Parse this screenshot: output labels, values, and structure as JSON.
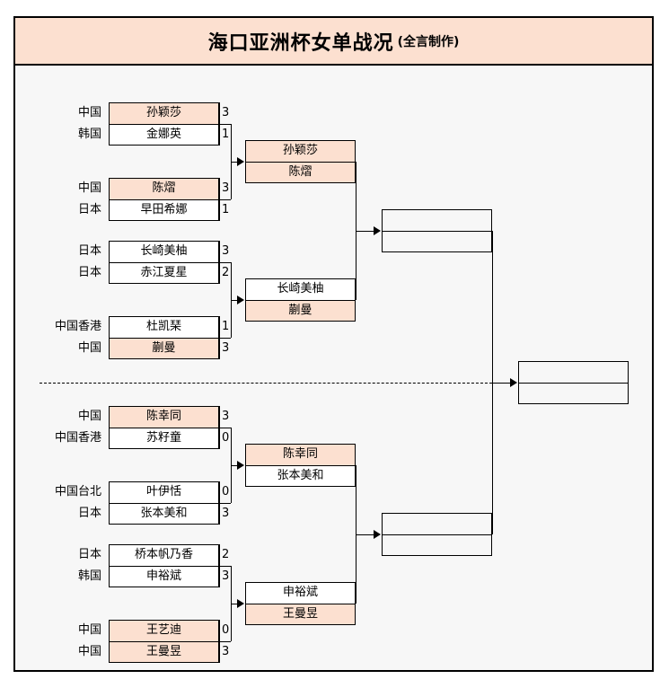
{
  "title": {
    "main": "海口亚洲杯女单战况",
    "sub": "(全言制作)"
  },
  "bracket": {
    "round1": [
      {
        "country": "中国",
        "name": "孙颖莎",
        "score": "3",
        "highlight": true
      },
      {
        "country": "韩国",
        "name": "金娜英",
        "score": "1",
        "highlight": false
      },
      {
        "country": "中国",
        "name": "陈熠",
        "score": "3",
        "highlight": true
      },
      {
        "country": "日本",
        "name": "早田希娜",
        "score": "1",
        "highlight": false
      },
      {
        "country": "日本",
        "name": "长崎美柚",
        "score": "3",
        "highlight": false
      },
      {
        "country": "日本",
        "name": "赤江夏星",
        "score": "2",
        "highlight": false
      },
      {
        "country": "中国香港",
        "name": "杜凯琹",
        "score": "1",
        "highlight": false
      },
      {
        "country": "中国",
        "name": "蒯曼",
        "score": "3",
        "highlight": true
      },
      {
        "country": "中国",
        "name": "陈幸同",
        "score": "3",
        "highlight": true
      },
      {
        "country": "中国香港",
        "name": "苏籽童",
        "score": "0",
        "highlight": false
      },
      {
        "country": "中国台北",
        "name": "叶伊恬",
        "score": "0",
        "highlight": false
      },
      {
        "country": "日本",
        "name": "张本美和",
        "score": "3",
        "highlight": false
      },
      {
        "country": "日本",
        "name": "桥本帆乃香",
        "score": "2",
        "highlight": false
      },
      {
        "country": "韩国",
        "name": "申裕斌",
        "score": "3",
        "highlight": false
      },
      {
        "country": "中国",
        "name": "王艺迪",
        "score": "0",
        "highlight": true
      },
      {
        "country": "中国",
        "name": "王曼昱",
        "score": "3",
        "highlight": true
      }
    ],
    "round2": [
      {
        "name": "孙颖莎",
        "highlight": true
      },
      {
        "name": "陈熠",
        "highlight": true
      },
      {
        "name": "长崎美柚",
        "highlight": false
      },
      {
        "name": "蒯曼",
        "highlight": true
      },
      {
        "name": "陈幸同",
        "highlight": true
      },
      {
        "name": "张本美和",
        "highlight": false
      },
      {
        "name": "申裕斌",
        "highlight": false
      },
      {
        "name": "王曼昱",
        "highlight": true
      }
    ],
    "round3": [
      {
        "name": "",
        "highlight": false
      },
      {
        "name": "",
        "highlight": false
      },
      {
        "name": "",
        "highlight": false
      },
      {
        "name": "",
        "highlight": false
      }
    ],
    "final": [
      {
        "name": "",
        "highlight": false
      },
      {
        "name": "",
        "highlight": false
      }
    ]
  },
  "colors": {
    "highlight": "#fce0d0",
    "border": "#000000",
    "background": "#f7f7f7",
    "title_background": "#fce0d0"
  }
}
